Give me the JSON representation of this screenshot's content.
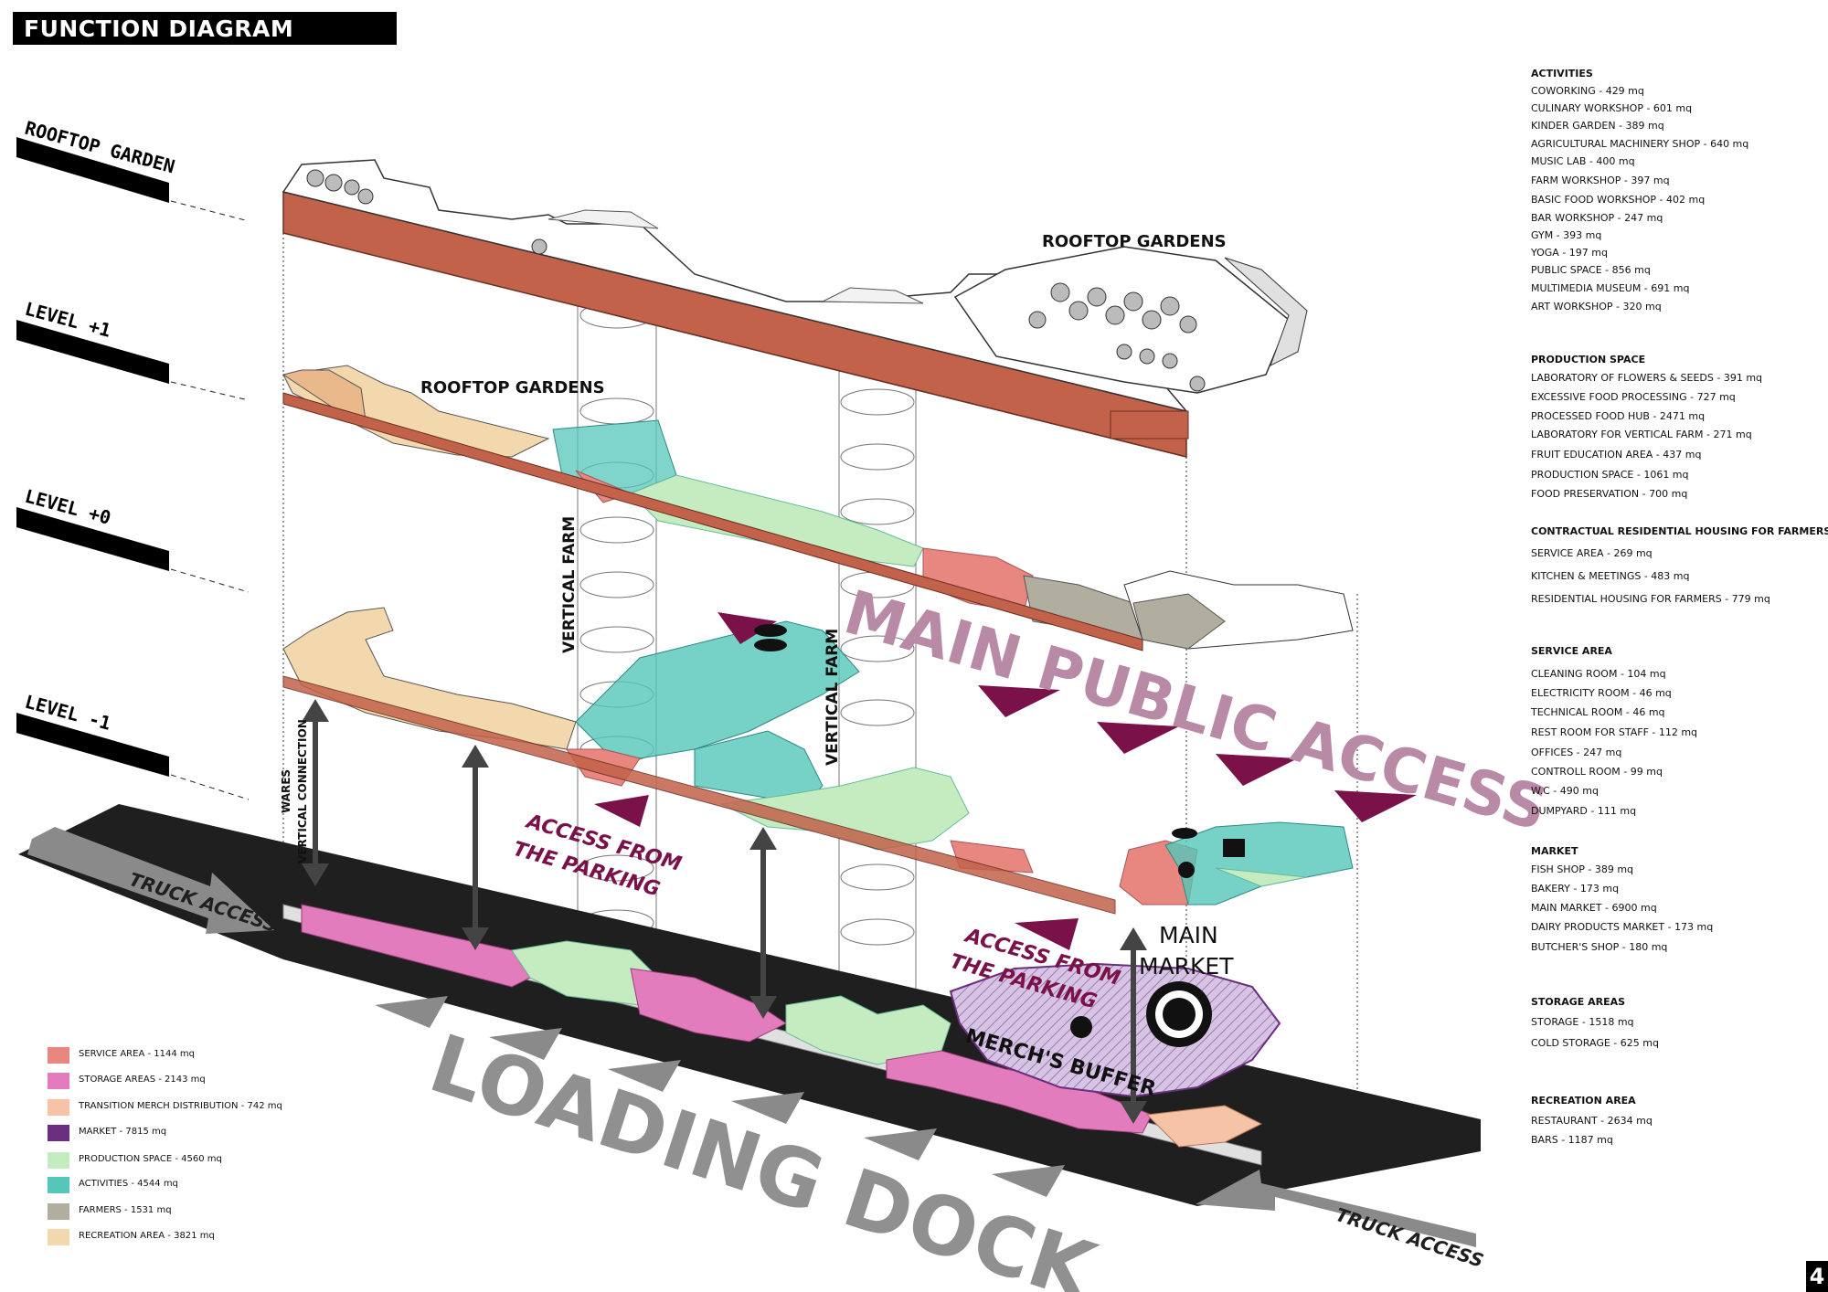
{
  "title": "FUNCTION DIAGRAM",
  "page_number": "4",
  "levels": [
    {
      "label": "ROOFTOP GARDEN"
    },
    {
      "label": "LEVEL +1"
    },
    {
      "label": "LEVEL +0"
    },
    {
      "label": "LEVEL -1"
    }
  ],
  "annotations": {
    "rooftop_gardens_top": "ROOFTOP GARDENS",
    "rooftop_gardens_mid": "ROOFTOP GARDENS",
    "vertical_farm_left": "VERTICAL FARM",
    "vertical_farm_right": "VERTICAL FARM",
    "main_public_access": "MAIN PUBLIC ACCESS",
    "access_parking_left_1": "ACCESS FROM",
    "access_parking_left_2": "THE PARKING",
    "access_parking_right_1": "ACCESS FROM",
    "access_parking_right_2": "THE PARKING",
    "main_market_1": "MAIN",
    "main_market_2": "MARKET",
    "merchs_buffer": "MERCH'S BUFFER",
    "wares_1": "WARES",
    "wares_2": "VERTICAL CONNECTION",
    "truck_access_left": "TRUCK ACCESS",
    "truck_access_right": "TRUCK ACCESS",
    "loading_dock": "LOADING DOCK"
  },
  "colors": {
    "brick": "#c2624a",
    "dock": "#1f1f1f",
    "public_access": "#7a1249",
    "public_access_text": "#b98aa6",
    "arrow": "#444444",
    "gray_arrow": "#8a8a8a"
  },
  "legend": [
    {
      "label": "SERVICE AREA  - 1144 mq",
      "color": "#e8877f"
    },
    {
      "label": "STORAGE AREAS  - 2143 mq",
      "color": "#e37cbd"
    },
    {
      "label": "TRANSITION  MERCH DISTRIBUTION  - 742 mq",
      "color": "#f6c3a6"
    },
    {
      "label": "MARKET  - 7815 mq",
      "color": "#6a2f7f"
    },
    {
      "label": "PRODUCTION SPACE  - 4560 mq",
      "color": "#c5ecc0"
    },
    {
      "label": "ACTIVITIES  -  4544 mq",
      "color": "#54c7b9"
    },
    {
      "label": "FARMERS  - 1531 mq",
      "color": "#b2ae9f"
    },
    {
      "label": "RECREATION  AREA  - 3821 mq",
      "color": "#f3d8ae"
    }
  ],
  "sections": [
    {
      "title": "ACTIVITIES",
      "items": [
        "COWORKING  - 429 mq",
        "CULINARY WORKSHOP  - 601 mq",
        "KINDER GARDEN  - 389 mq",
        "AGRICULTURAL MACHINERY SHOP - 640 mq",
        "MUSIC LAB  - 400 mq",
        "FARM WORKSHOP  - 397 mq",
        "BASIC FOOD WORKSHOP - 402 mq",
        "BAR WORKSHOP   - 247 mq",
        "GYM  - 393 mq",
        "YOGA  - 197 mq",
        "PUBLIC SPACE   - 856 mq",
        "MULTIMEDIA MUSEUM  - 691 mq",
        "ART WORKSHOP  - 320 mq"
      ]
    },
    {
      "title": "PRODUCTION SPACE",
      "items": [
        "LABORATORY OF FLOWERS & SEEDS  - 391 mq",
        "EXCESSIVE FOOD PROCESSING  - 727 mq",
        "PROCESSED FOOD HUB  - 2471 mq",
        "LABORATORY FOR VERTICAL FARM  - 271 mq",
        "FRUIT EDUCATION AREA  - 437 mq",
        "PRODUCTION SPACE    - 1061 mq",
        "FOOD PRESERVATION    - 700 mq"
      ]
    },
    {
      "title": "CONTRACTUAL RESIDENTIAL HOUSING FOR FARMERS",
      "items": [
        "SERVICE AREA  - 269 mq",
        "KITCHEN & MEETINGS  - 483 mq",
        "RESIDENTIAL HOUSING FOR FARMERS - 779 mq"
      ]
    },
    {
      "title": "SERVICE AREA",
      "items": [
        "CLEANING ROOM  - 104 mq",
        "ELECTRICITY ROOM  - 46 mq",
        "TECHNICAL ROOM  - 46 mq",
        "REST ROOM FOR STAFF  - 112 mq",
        "OFFICES  - 247 mq",
        "CONTROLL ROOM - 99 mq",
        "W.C  - 490 mq",
        "DUMPYARD  - 111 mq"
      ]
    },
    {
      "title": "MARKET",
      "items": [
        "FISH SHOP  - 389 mq",
        "BAKERY  - 173 mq",
        "MAIN MARKET  - 6900 mq",
        "DAIRY PRODUCTS MARKET - 173 mq",
        "BUTCHER'S SHOP  - 180 mq"
      ]
    },
    {
      "title": "STORAGE AREAS",
      "items": [
        "STORAGE  - 1518 mq",
        "COLD STORAGE  - 625 mq"
      ]
    },
    {
      "title": "RECREATION  AREA",
      "items": [
        "RESTAURANT  - 2634 mq",
        "BARS  - 1187 mq"
      ]
    }
  ]
}
